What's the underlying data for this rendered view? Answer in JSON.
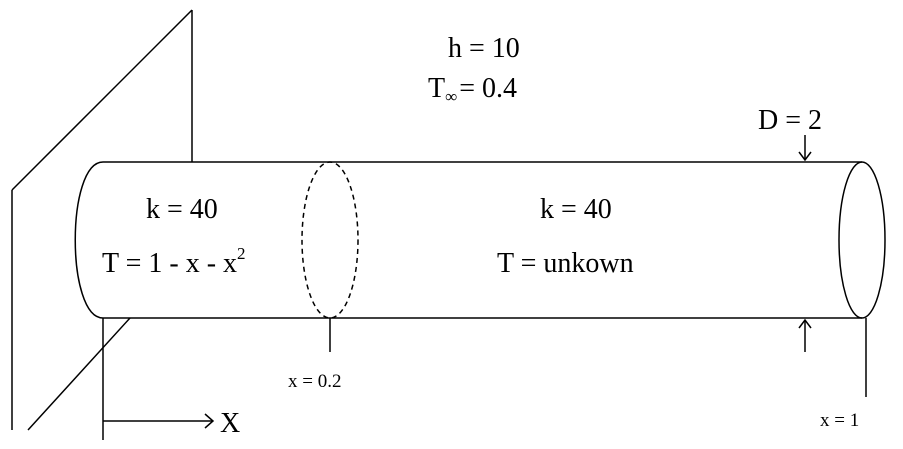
{
  "conditions": {
    "h_label": "h = 10",
    "t_inf_prefix": "T",
    "t_inf_sub": "∞",
    "t_inf_rest": "= 0.4"
  },
  "diameter": {
    "label": "D = 2"
  },
  "left_section": {
    "k_label": "k = 40",
    "t_label_main": "T = 1 - x - x",
    "t_label_exp": "2"
  },
  "right_section": {
    "k_label": "k = 40",
    "t_label": "T =  unkown"
  },
  "markers": {
    "x_mid": "x = 0.2",
    "x_end": "x = 1"
  },
  "axis": {
    "label": "X"
  }
}
